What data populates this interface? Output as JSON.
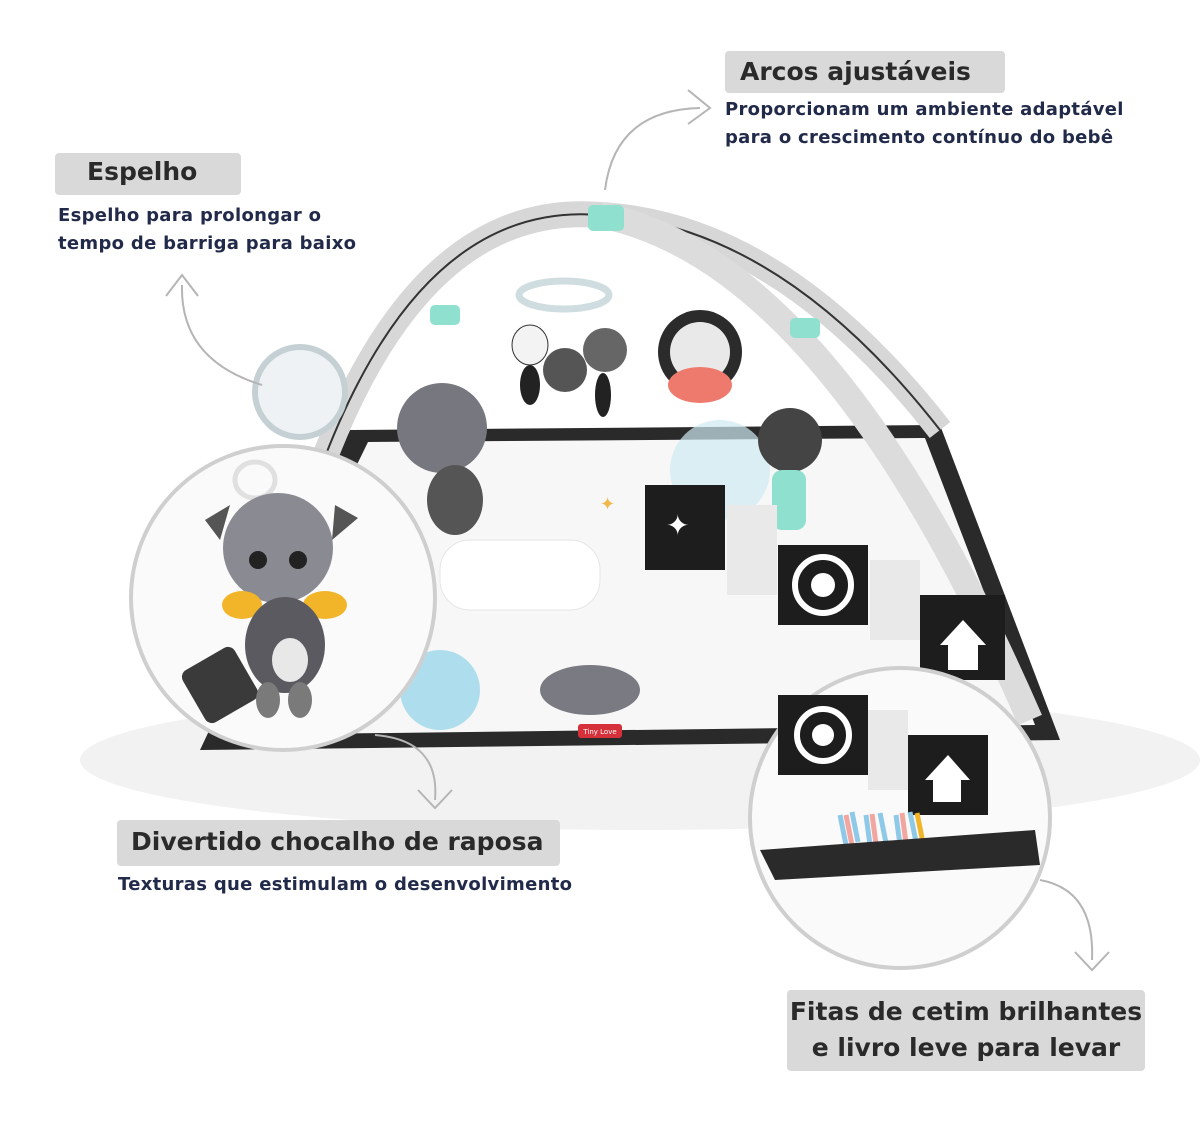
{
  "callouts": {
    "arcos": {
      "title": "Arcos ajustáveis",
      "line1": "Proporcionam um ambiente adaptável",
      "line2": "para o crescimento contínuo do bebê"
    },
    "espelho": {
      "title": "Espelho",
      "line1": "Espelho para prolongar o",
      "line2": "tempo de barriga para baixo"
    },
    "raposa": {
      "title": "Divertido chocalho de raposa",
      "line1": "Texturas que estimulam o desenvolvimento"
    },
    "fitas": {
      "title_line1": "Fitas de cetim brilhantes",
      "title_line2": "e livro leve para levar"
    }
  },
  "brand_tag": "Tiny Love",
  "colors": {
    "label_bg": "#d9d9d9",
    "text_dark": "#222a4a",
    "mint": "#8fe0cf",
    "arrow": "#b5b5b5"
  }
}
